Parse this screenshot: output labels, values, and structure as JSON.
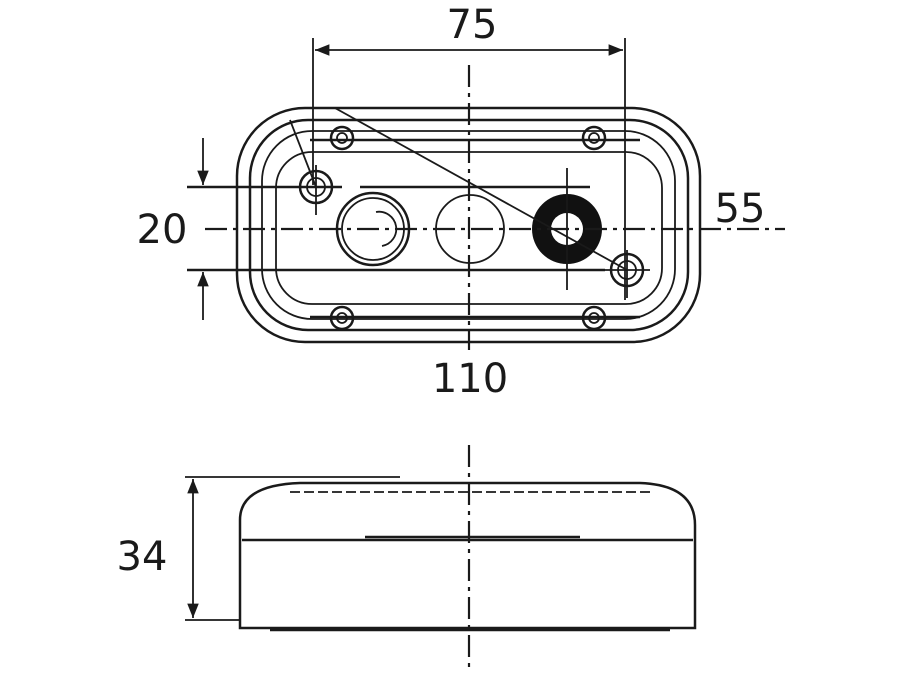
{
  "drawing": {
    "top_view": {
      "dim_mounting_width": "75",
      "dim_height": "55",
      "dim_mounting_offset": "20",
      "dim_length": "110"
    },
    "side_view": {
      "dim_depth": "34"
    },
    "colors": {
      "line": "#1a1a1a",
      "background": "#ffffff"
    }
  }
}
